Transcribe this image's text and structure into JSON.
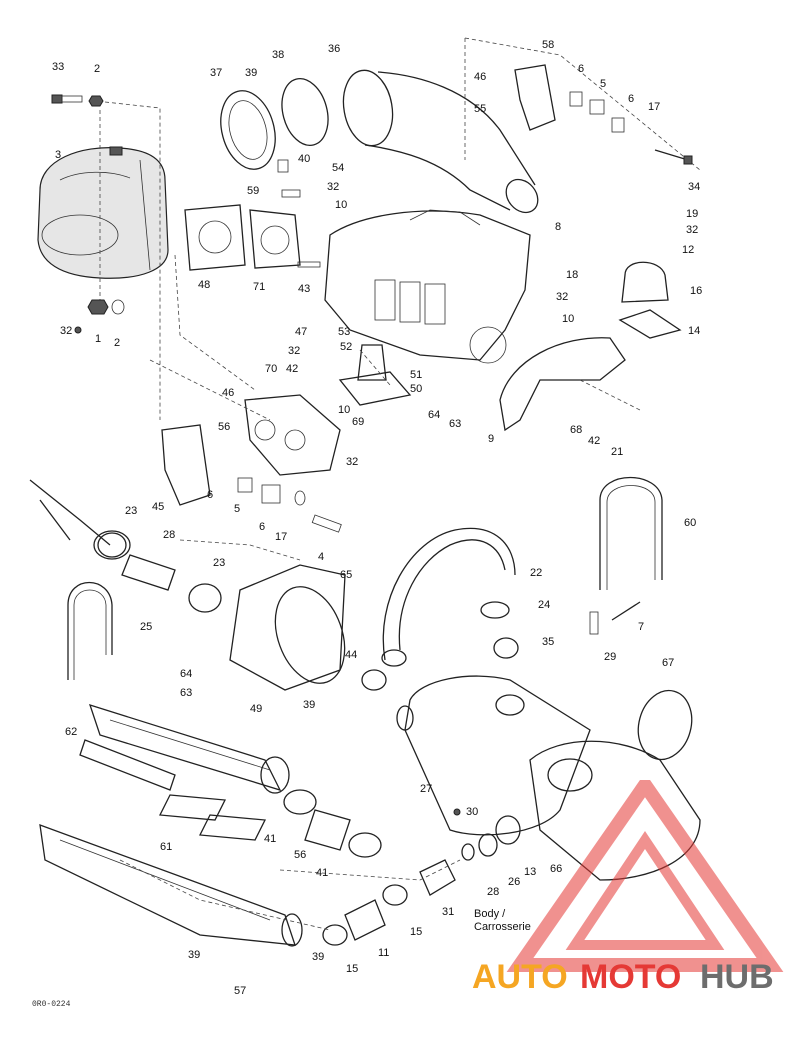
{
  "diagram": {
    "figure_code": "0R0-0224",
    "body_note_line1": "Body /",
    "body_note_line2": "Carrosserie",
    "part_labels": [
      {
        "id": "p33",
        "text": "33"
      },
      {
        "id": "p2a",
        "text": "2"
      },
      {
        "id": "p3",
        "text": "3"
      },
      {
        "id": "p32a",
        "text": "32"
      },
      {
        "id": "p1a",
        "text": "1"
      },
      {
        "id": "p2b",
        "text": "2"
      },
      {
        "id": "p37",
        "text": "37"
      },
      {
        "id": "p38",
        "text": "38"
      },
      {
        "id": "p39a",
        "text": "39"
      },
      {
        "id": "p36",
        "text": "36"
      },
      {
        "id": "p40",
        "text": "40"
      },
      {
        "id": "p59",
        "text": "59"
      },
      {
        "id": "p48",
        "text": "48"
      },
      {
        "id": "p71",
        "text": "71"
      },
      {
        "id": "p43",
        "text": "43"
      },
      {
        "id": "p54",
        "text": "54"
      },
      {
        "id": "p32b",
        "text": "32"
      },
      {
        "id": "p10a",
        "text": "10"
      },
      {
        "id": "p58",
        "text": "58"
      },
      {
        "id": "p46a",
        "text": "46"
      },
      {
        "id": "p55a",
        "text": "55"
      },
      {
        "id": "p6a",
        "text": "6"
      },
      {
        "id": "p5a",
        "text": "5"
      },
      {
        "id": "p6b",
        "text": "6"
      },
      {
        "id": "p17a",
        "text": "17"
      },
      {
        "id": "p34",
        "text": "34"
      },
      {
        "id": "p8",
        "text": "8"
      },
      {
        "id": "p19",
        "text": "19"
      },
      {
        "id": "p32c",
        "text": "32"
      },
      {
        "id": "p12",
        "text": "12"
      },
      {
        "id": "p18",
        "text": "18"
      },
      {
        "id": "p32d",
        "text": "32"
      },
      {
        "id": "p16",
        "text": "16"
      },
      {
        "id": "p10b",
        "text": "10"
      },
      {
        "id": "p14",
        "text": "14"
      },
      {
        "id": "p47",
        "text": "47"
      },
      {
        "id": "p53",
        "text": "53"
      },
      {
        "id": "p52",
        "text": "52"
      },
      {
        "id": "p32e",
        "text": "32"
      },
      {
        "id": "p42a",
        "text": "42"
      },
      {
        "id": "p70",
        "text": "70"
      },
      {
        "id": "p51",
        "text": "51"
      },
      {
        "id": "p50",
        "text": "50"
      },
      {
        "id": "p10c",
        "text": "10"
      },
      {
        "id": "p69",
        "text": "69"
      },
      {
        "id": "p32f",
        "text": "32"
      },
      {
        "id": "p64a",
        "text": "64"
      },
      {
        "id": "p63a",
        "text": "63"
      },
      {
        "id": "p9",
        "text": "9"
      },
      {
        "id": "p68",
        "text": "68"
      },
      {
        "id": "p42b",
        "text": "42"
      },
      {
        "id": "p21",
        "text": "21"
      },
      {
        "id": "p46b",
        "text": "46"
      },
      {
        "id": "p56a",
        "text": "56"
      },
      {
        "id": "p45",
        "text": "45"
      },
      {
        "id": "p6c",
        "text": "6"
      },
      {
        "id": "p5b",
        "text": "5"
      },
      {
        "id": "p6d",
        "text": "6"
      },
      {
        "id": "p17b",
        "text": "17"
      },
      {
        "id": "p4",
        "text": "4"
      },
      {
        "id": "p23a",
        "text": "23"
      },
      {
        "id": "p28",
        "text": "28"
      },
      {
        "id": "p23b",
        "text": "23"
      },
      {
        "id": "p25",
        "text": "25"
      },
      {
        "id": "p65",
        "text": "65"
      },
      {
        "id": "p22",
        "text": "22"
      },
      {
        "id": "p24",
        "text": "24"
      },
      {
        "id": "p60",
        "text": "60"
      },
      {
        "id": "p7",
        "text": "7"
      },
      {
        "id": "p29",
        "text": "29"
      },
      {
        "id": "p35",
        "text": "35"
      },
      {
        "id": "p44",
        "text": "44"
      },
      {
        "id": "p64b",
        "text": "64"
      },
      {
        "id": "p63b",
        "text": "63"
      },
      {
        "id": "p39b",
        "text": "39"
      },
      {
        "id": "p49",
        "text": "49"
      },
      {
        "id": "p62",
        "text": "62"
      },
      {
        "id": "p67",
        "text": "67"
      },
      {
        "id": "p27",
        "text": "27"
      },
      {
        "id": "p61",
        "text": "61"
      },
      {
        "id": "p41a",
        "text": "41"
      },
      {
        "id": "p56b",
        "text": "56"
      },
      {
        "id": "p41b",
        "text": "41"
      },
      {
        "id": "p30",
        "text": "30"
      },
      {
        "id": "p13",
        "text": "13"
      },
      {
        "id": "p26",
        "text": "26"
      },
      {
        "id": "p66",
        "text": "66"
      },
      {
        "id": "p28b",
        "text": "28"
      },
      {
        "id": "p31",
        "text": "31"
      },
      {
        "id": "p15a",
        "text": "15"
      },
      {
        "id": "p11",
        "text": "11"
      },
      {
        "id": "p15b",
        "text": "15"
      },
      {
        "id": "p39c",
        "text": "39"
      },
      {
        "id": "p39d",
        "text": "39"
      },
      {
        "id": "p57",
        "text": "57"
      }
    ]
  },
  "watermark": {
    "brand_part1": "AUTO",
    "brand_part2": "MOTO",
    "brand_part3": "HUB",
    "color_red": "#e53935",
    "color_orange": "#f5a623",
    "color_gray": "#6d6d6d"
  }
}
